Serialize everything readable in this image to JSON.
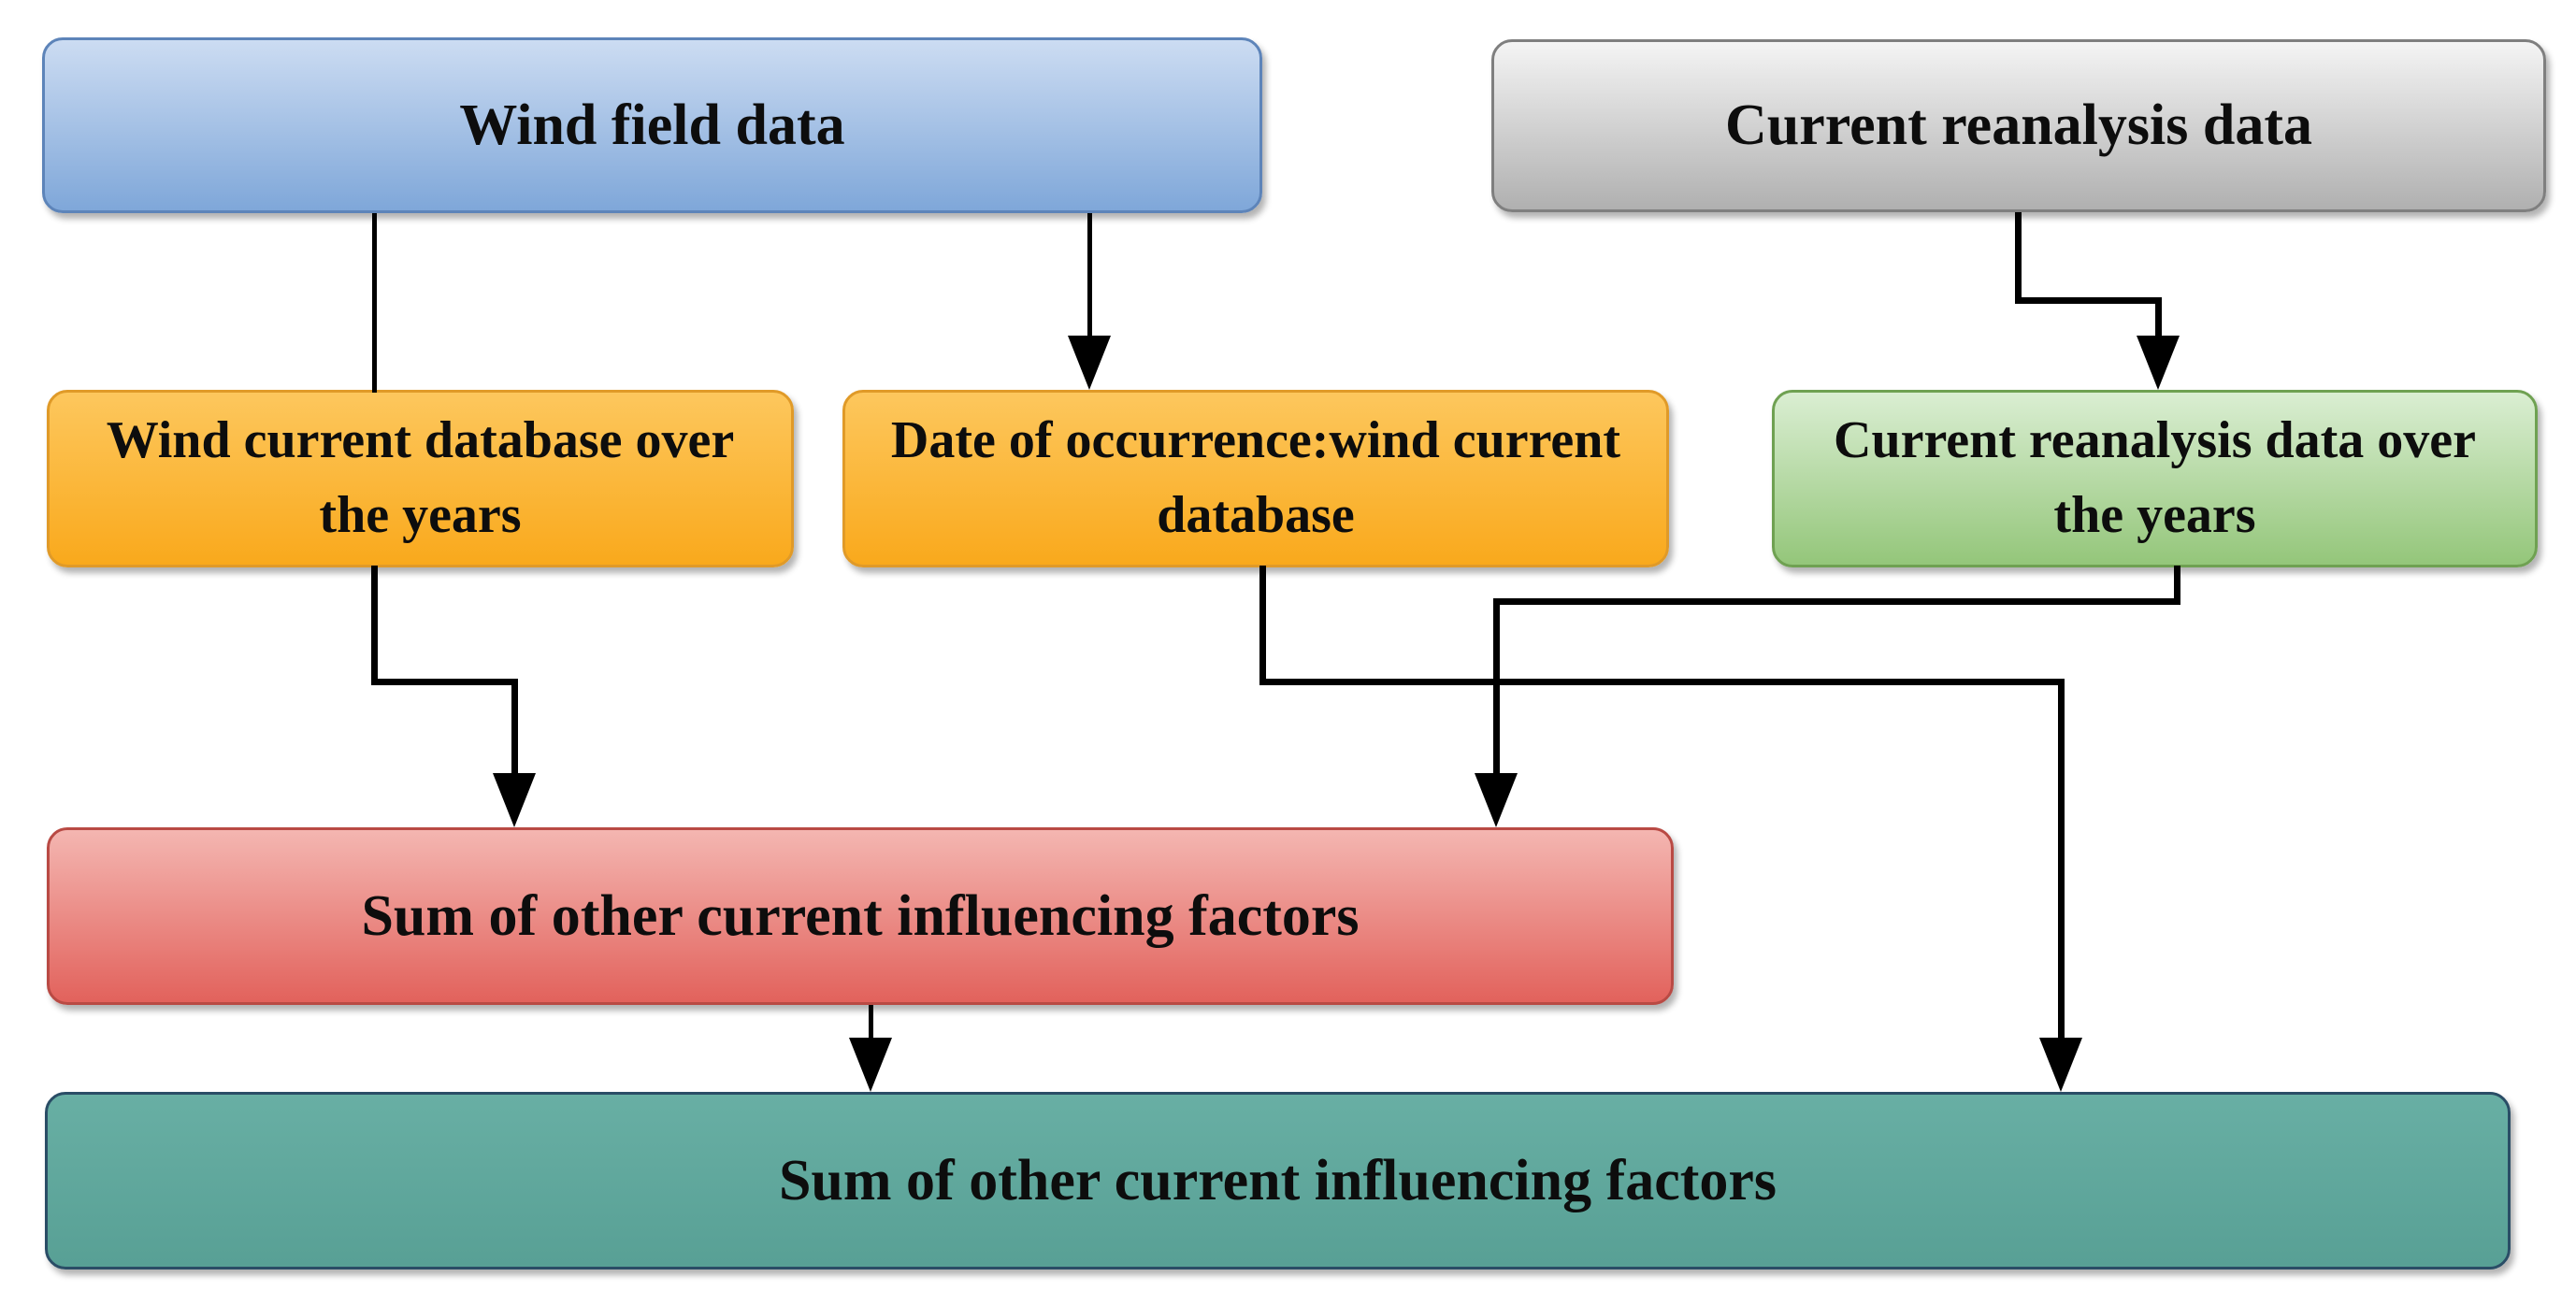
{
  "diagram": {
    "type": "flowchart",
    "background": "#ffffff",
    "text_color": "#0d0d0d",
    "arrow_color": "#000000",
    "nodes": {
      "wind_field": {
        "label": "Wind field data",
        "fill_top": "#ccdcf2",
        "fill_bottom": "#7fa7d9",
        "border": "#5d84b9"
      },
      "current_reanalysis": {
        "label": "Current reanalysis data",
        "fill_top": "#f4f4f4",
        "fill_bottom": "#b0b0b0",
        "border": "#7f7f7f"
      },
      "wind_current_db": {
        "label": "Wind current database over the years",
        "fill_top": "#fdc75d",
        "fill_bottom": "#f9a91c",
        "border": "#e09a28"
      },
      "date_occurrence_db": {
        "label": "Date of occurrence:wind current database",
        "fill_top": "#fdc75d",
        "fill_bottom": "#f9a91c",
        "border": "#e09a28"
      },
      "reanalysis_over_years": {
        "label": "Current reanalysis data over the years",
        "fill_top": "#daeed2",
        "fill_bottom": "#94c67a",
        "border": "#6fa152"
      },
      "sum_factors_mid": {
        "label": "Sum of other current influencing factors",
        "fill_top": "#f4b6b1",
        "fill_bottom": "#e2625c",
        "border": "#b94a44"
      },
      "sum_factors_bottom": {
        "label": "Sum of other current influencing factors",
        "fill_top": "#68afa4",
        "fill_bottom": "#58a095",
        "border": "#2a4d66"
      }
    },
    "edges": [
      {
        "from": "wind_field",
        "to": "wind_current_db",
        "arrowhead": false
      },
      {
        "from": "wind_field",
        "to": "date_occurrence_db",
        "arrowhead": true
      },
      {
        "from": "current_reanalysis",
        "to": "reanalysis_over_years",
        "arrowhead": true
      },
      {
        "from": "wind_current_db",
        "to": "sum_factors_mid",
        "arrowhead": true
      },
      {
        "from": "reanalysis_over_years",
        "to": "sum_factors_mid",
        "arrowhead": true
      },
      {
        "from": "date_occurrence_db",
        "to": "sum_factors_bottom",
        "arrowhead": true
      },
      {
        "from": "sum_factors_mid",
        "to": "sum_factors_bottom",
        "arrowhead": true
      }
    ]
  }
}
